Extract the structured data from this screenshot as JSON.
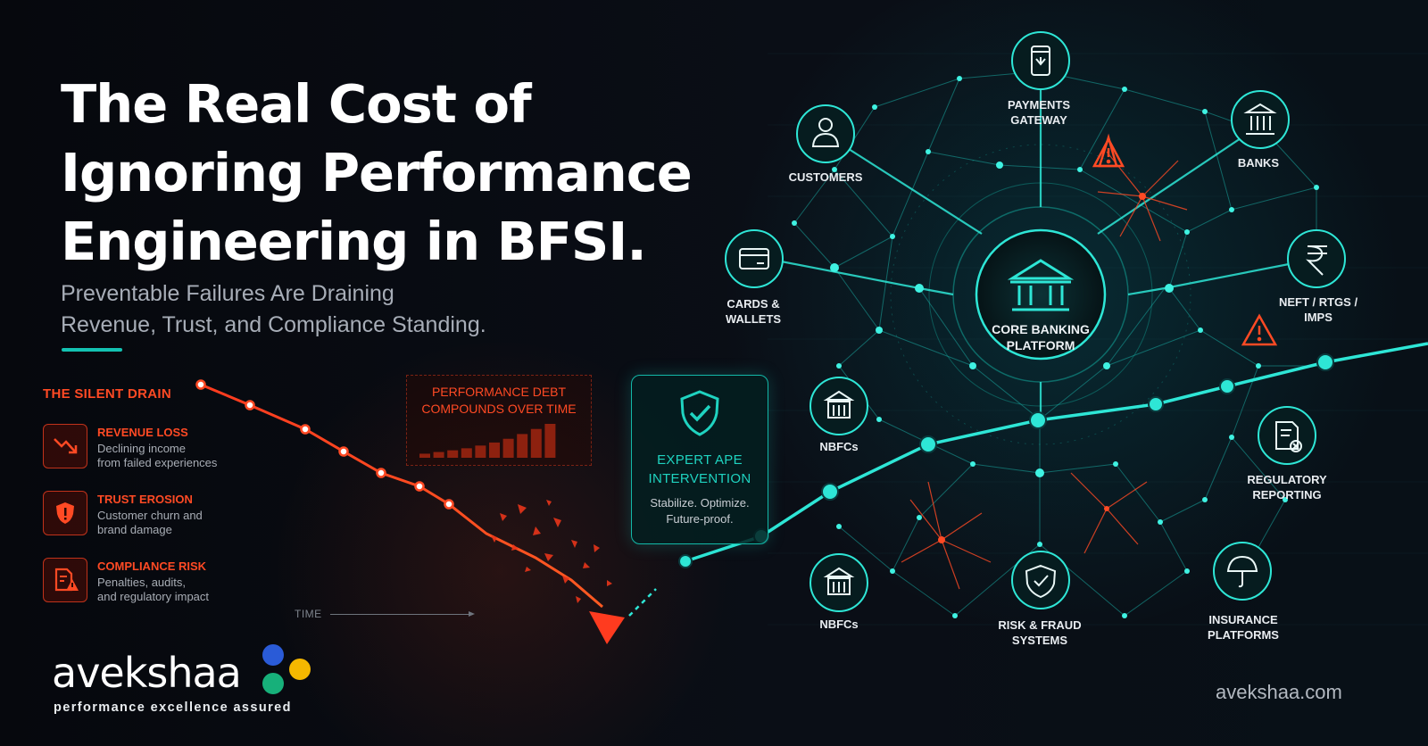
{
  "headline": [
    "The Real Cost of",
    "Ignoring Performance",
    "Engineering in BFSI."
  ],
  "subheadline": [
    "Preventable Failures Are Draining",
    "Revenue, Trust, and Compliance Standing."
  ],
  "silent_drain": {
    "title": "THE SILENT DRAIN",
    "items": [
      {
        "title": "REVENUE LOSS",
        "desc": [
          "Declining income",
          "from failed experiences"
        ],
        "icon": "declining-chart-icon"
      },
      {
        "title": "TRUST EROSION",
        "desc": [
          "Customer churn and",
          "brand damage"
        ],
        "icon": "shield-alert-icon"
      },
      {
        "title": "COMPLIANCE RISK",
        "desc": [
          "Penalties, audits,",
          "and regulatory impact"
        ],
        "icon": "document-warning-icon"
      }
    ]
  },
  "performance_debt": {
    "title": [
      "PERFORMANCE DEBT",
      "COMPOUNDS OVER TIME"
    ],
    "bar_levels": [
      0.12,
      0.17,
      0.22,
      0.28,
      0.36,
      0.45,
      0.56,
      0.7,
      0.85,
      1.0
    ]
  },
  "time_axis_label": "TIME",
  "ape": {
    "title": [
      "EXPERT APE",
      "INTERVENTION"
    ],
    "subtitle": [
      "Stabilize. Optimize.",
      "Future-proof."
    ],
    "icon": "shield-check-icon"
  },
  "core": {
    "label": [
      "CORE BANKING",
      "PLATFORM"
    ],
    "icon": "bank-icon"
  },
  "nodes": [
    {
      "id": "payments",
      "label": [
        "PAYMENTS",
        "GATEWAY"
      ],
      "icon": "mobile-payment-icon"
    },
    {
      "id": "customers",
      "label": [
        "CUSTOMERS"
      ],
      "icon": "customer-icon"
    },
    {
      "id": "banks",
      "label": [
        "BANKS"
      ],
      "icon": "bank-icon"
    },
    {
      "id": "cards",
      "label": [
        "CARDS &",
        "WALLETS"
      ],
      "icon": "card-icon"
    },
    {
      "id": "neft",
      "label": [
        "NEFT / RTGS /",
        "IMPS"
      ],
      "icon": "rupee-icon"
    },
    {
      "id": "nbfc1",
      "label": [
        "NBFCs"
      ],
      "icon": "building-icon"
    },
    {
      "id": "regulatory",
      "label": [
        "REGULATORY",
        "REPORTING"
      ],
      "icon": "report-icon"
    },
    {
      "id": "nbfc2",
      "label": [
        "NBFCs"
      ],
      "icon": "building-icon"
    },
    {
      "id": "risk",
      "label": [
        "RISK & FRAUD",
        "SYSTEMS"
      ],
      "icon": "shield-check-icon"
    },
    {
      "id": "insurance",
      "label": [
        "INSURANCE",
        "PLATFORMS"
      ],
      "icon": "umbrella-icon"
    }
  ],
  "brand": {
    "name": "avekshaa",
    "tagline": "performance excellence assured",
    "website": "avekshaa.com",
    "colors": {
      "blue": "#2a5bd7",
      "yellow": "#f5b800",
      "green": "#17b07a",
      "accent_teal": "#13c2b2",
      "alert_red": "#ff4a24"
    }
  }
}
